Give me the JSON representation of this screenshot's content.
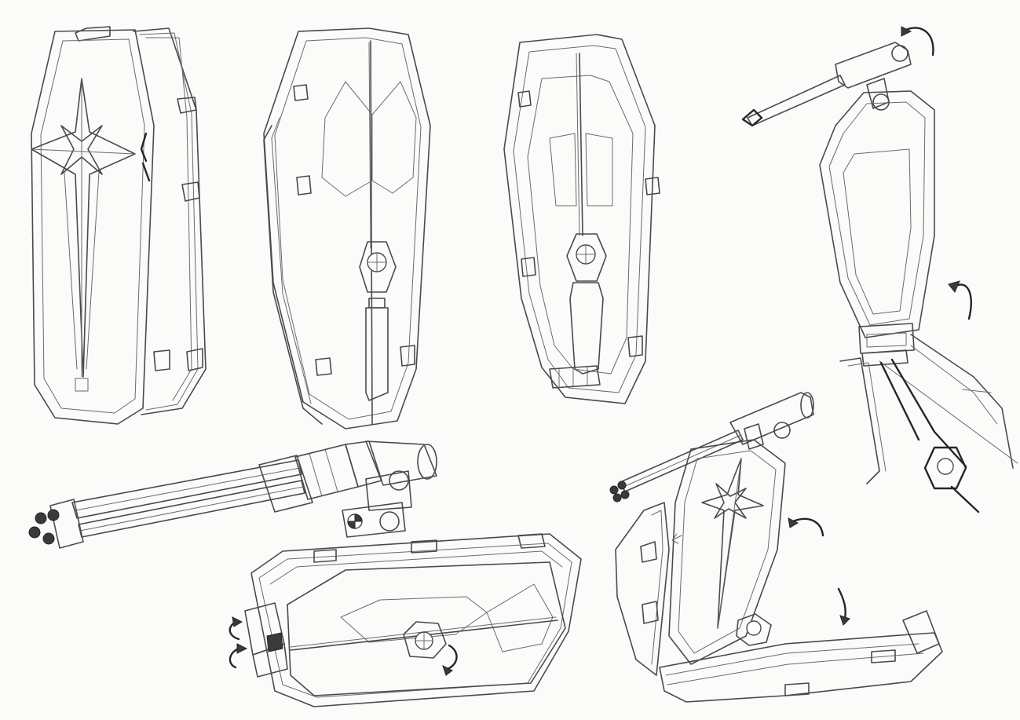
{
  "sheet": {
    "background_color": "#fbfbfa",
    "ink_color": "#4a4a4a",
    "drawings": [
      {
        "name": "coffin-front-view-star-lid",
        "icon": "star-emblem"
      },
      {
        "name": "coffin-closed-angled-view",
        "icon": "lock-plate"
      },
      {
        "name": "coffin-open-interior-view",
        "icon": "lock-plate"
      },
      {
        "name": "coffin-lid-raised-with-cannon",
        "icon": "rotate-arrow"
      },
      {
        "name": "gatling-cannon-turret",
        "icon": "barrel-cluster"
      },
      {
        "name": "coffin-horizontal-closed-view",
        "icon": "rotate-arrow"
      },
      {
        "name": "coffin-deployed-firing-mode",
        "icon": "star-emblem"
      }
    ]
  }
}
